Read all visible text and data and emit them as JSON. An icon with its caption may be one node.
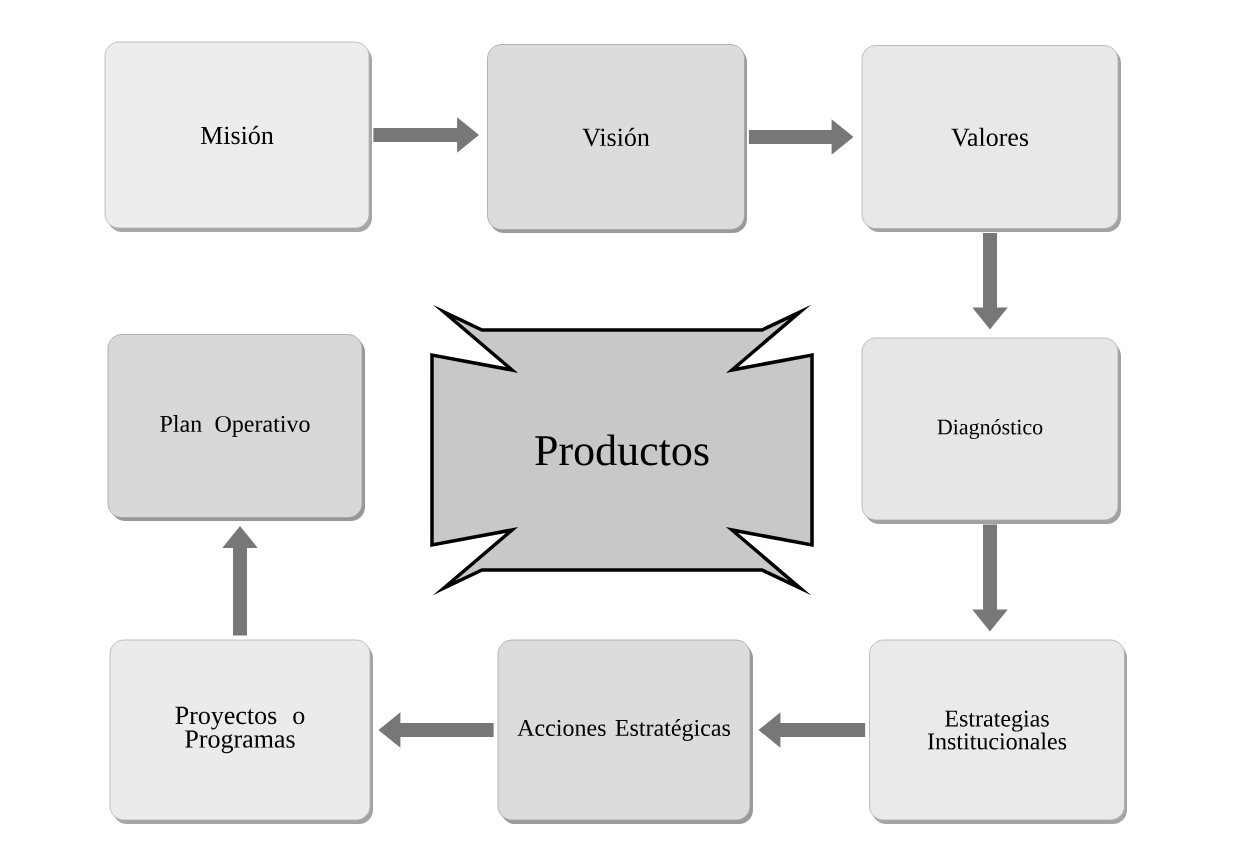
{
  "diagram": {
    "nodes": [
      {
        "text": [
          "Misión"
        ]
      },
      {
        "text": [
          "Visión"
        ]
      },
      {
        "text": [
          "Valores"
        ]
      },
      {
        "text": [
          "Diagnóstico"
        ]
      },
      {
        "text": [
          "Estrategias Institucionales"
        ]
      },
      {
        "text": [
          "Acciones Estratégicas"
        ]
      },
      {
        "text": [
          "Proyectos o Programas"
        ]
      },
      {
        "text": [
          "Plan Operativo"
        ]
      },
      {
        "text": [
          "Productos"
        ]
      }
    ],
    "edges": [
      {
        "from": 0,
        "to": 1,
        "arrow": "to"
      },
      {
        "from": 1,
        "to": 2,
        "arrow": "to"
      },
      {
        "from": 2,
        "to": 3,
        "arrow": "to"
      },
      {
        "from": 3,
        "to": 4,
        "arrow": "to"
      },
      {
        "from": 4,
        "to": 5,
        "arrow": "to"
      },
      {
        "from": 5,
        "to": 6,
        "arrow": "to"
      },
      {
        "from": 6,
        "to": 7,
        "arrow": "to"
      }
    ]
  }
}
